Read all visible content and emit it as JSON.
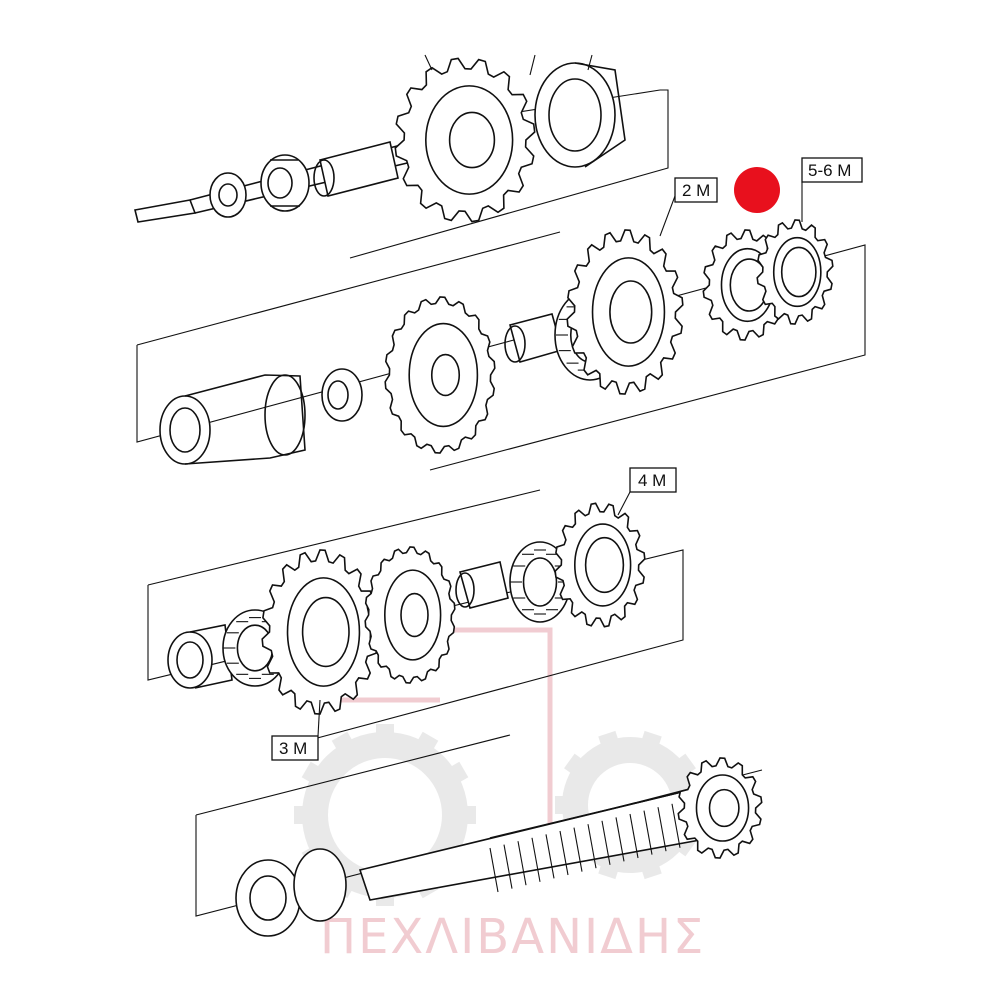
{
  "labels": {
    "gear_2m": "2 M",
    "gear_56m": "5-6 M",
    "gear_4m": "4 M",
    "gear_3m": "3 M"
  },
  "watermark": {
    "text": "ΠΕΧΛΙΒΑΝΙΔΗΣ"
  },
  "colors": {
    "marker": "#e8101d",
    "watermark": "#e6a3ad",
    "line": "#111111"
  }
}
